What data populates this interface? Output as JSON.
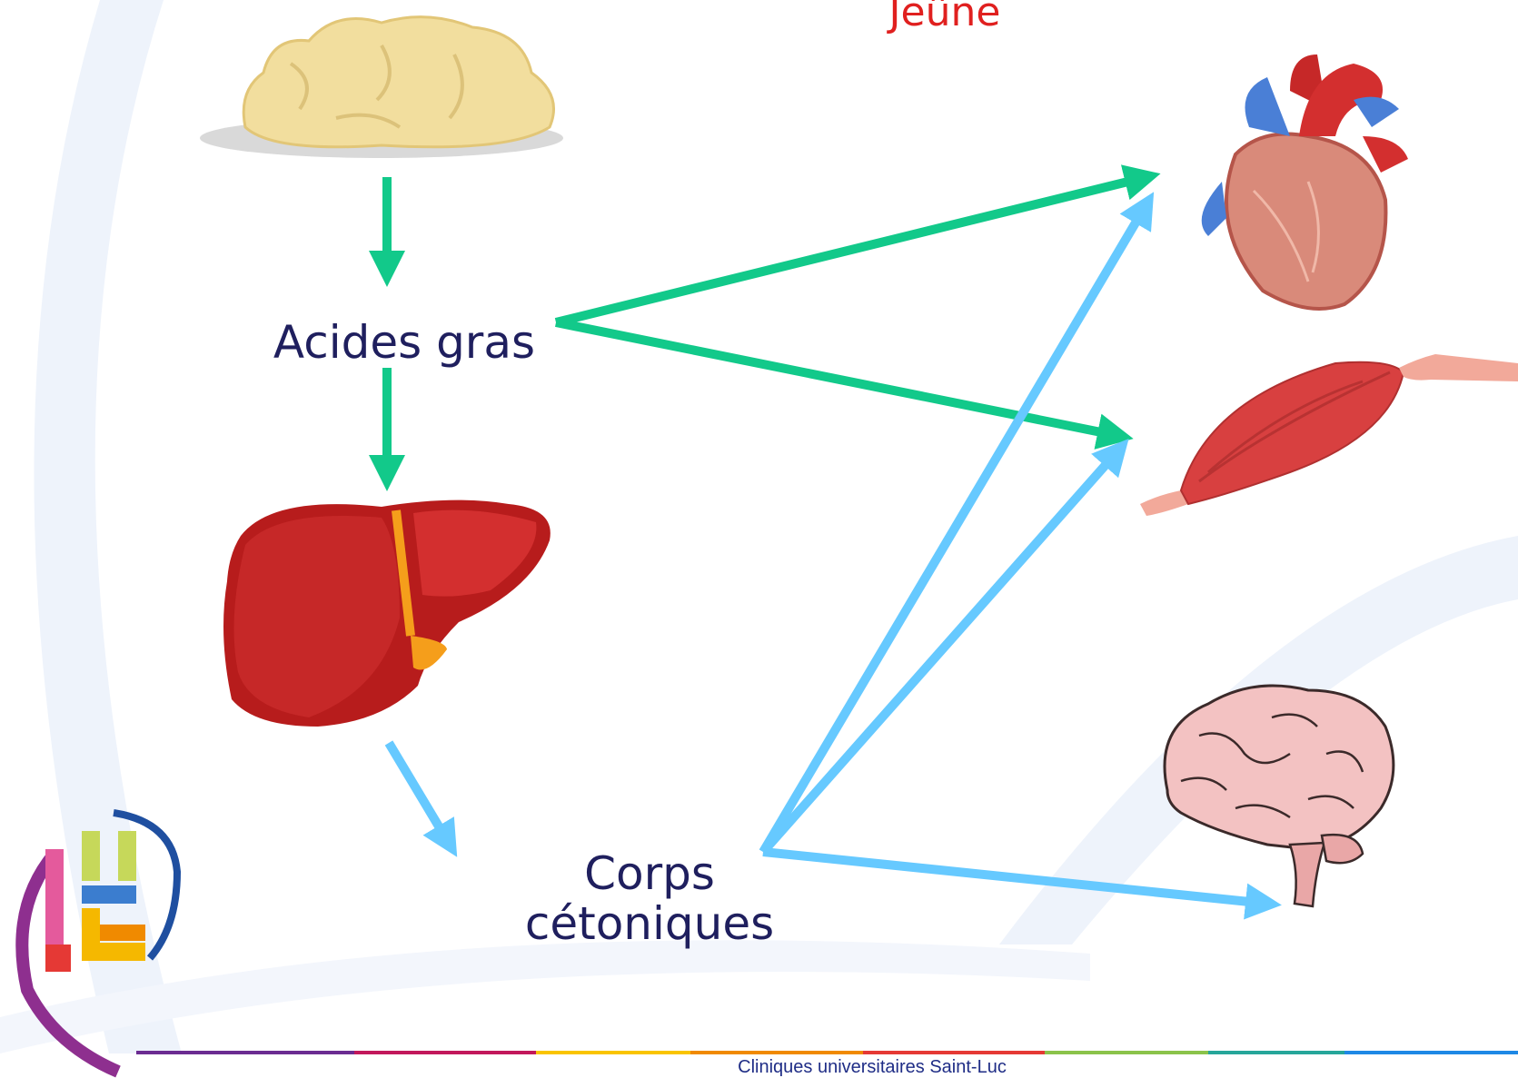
{
  "title": "Jeûne",
  "labels": {
    "acides_gras": "Acides gras",
    "corps_line1": "Corps",
    "corps_line2": "cétoniques"
  },
  "footer": "Cliniques universitaires Saint-Luc",
  "colors": {
    "green_arrow": "#12c98a",
    "blue_arrow": "#66c9ff",
    "title": "#e0201f",
    "label_text": "#1f1f5e",
    "background_arc": "#eef3fb"
  },
  "icons": [
    "fat-tissue-icon",
    "liver-icon",
    "heart-icon",
    "muscle-icon",
    "brain-icon",
    "logo-icon"
  ]
}
